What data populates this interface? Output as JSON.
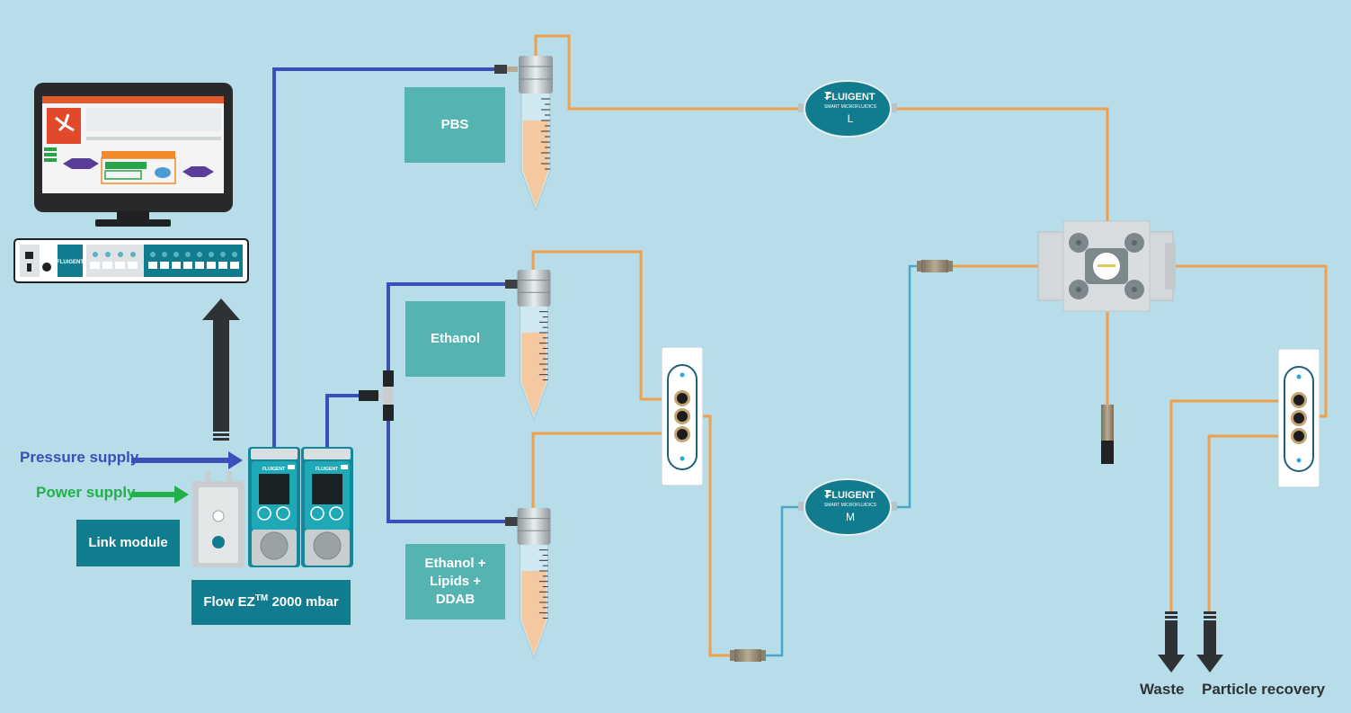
{
  "colors": {
    "background": "#b7dde8",
    "pressure_line": "#3b4fb8",
    "orange_tube": "#f0a04b",
    "blue_tube": "#4aa6cc",
    "teal_light": "#55b3b2",
    "teal_dark": "#127c8f",
    "power_green": "#22b04b",
    "dark_arrow": "#2f3234"
  },
  "reservoirs": {
    "pbs": "PBS",
    "ethanol": "Ethanol",
    "ethanol_mix_lines": [
      "Ethanol +",
      "Lipids +",
      "DDAB"
    ]
  },
  "inputs": {
    "pressure_supply": "Pressure supply",
    "power_supply": "Power supply"
  },
  "modules": {
    "link_module": "Link module",
    "flow_ez_prefix": "Flow EZ",
    "flow_ez_sup": "TM",
    "flow_ez_suffix": " 2000 mbar",
    "device_brand": "FLUIGENT"
  },
  "flow_units": {
    "brand": "FLUIGENT",
    "tagline": "SMART MICROFLUIDICS",
    "l": "L",
    "m": "M"
  },
  "outlets": {
    "waste": "Waste",
    "particle_recovery": "Particle recovery"
  },
  "icons": [
    "monitor-icon",
    "fluigent-logo-icon",
    "arrow-up-icon",
    "arrow-right-icon",
    "arrow-down-icon"
  ]
}
